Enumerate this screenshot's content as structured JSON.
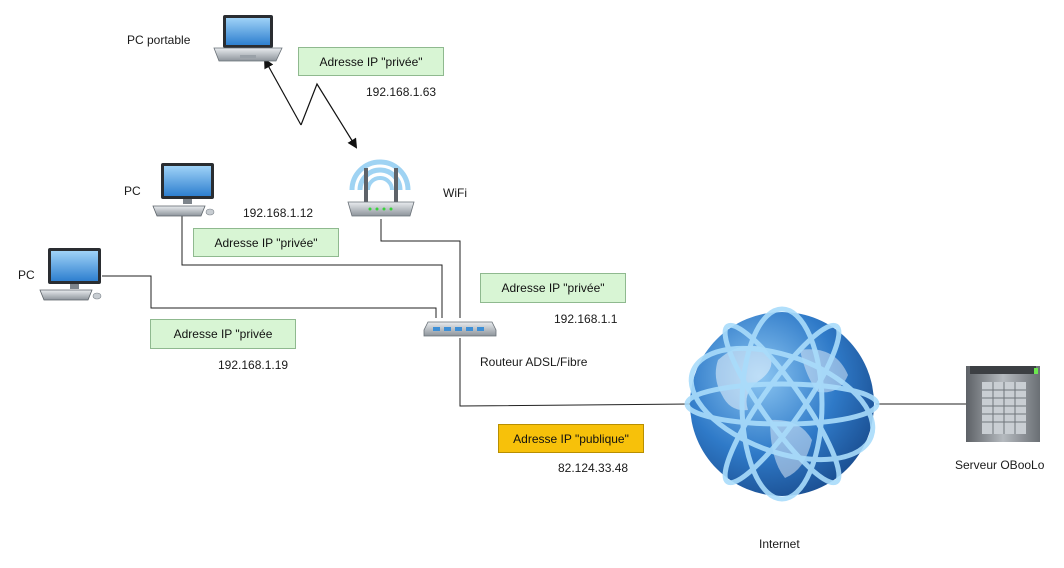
{
  "devices": {
    "laptop_label": "PC portable",
    "pc1_label": "PC",
    "pc2_label": "PC",
    "wifi_label": "WiFi",
    "router_label": "Routeur ADSL/Fibre",
    "internet_label": "Internet",
    "server_label": "Serveur OBooLo"
  },
  "addresses": {
    "laptop": {
      "type": "Adresse IP \"privée\"",
      "ip": "192.168.1.63"
    },
    "pc1": {
      "type": "Adresse IP \"privée\"",
      "ip": "192.168.1.12"
    },
    "pc2": {
      "type": "Adresse IP \"privée",
      "ip": "192.168.1.19"
    },
    "router": {
      "type": "Adresse IP \"privée\"",
      "ip": "192.168.1.1"
    },
    "public": {
      "type": "Adresse IP \"publique\"",
      "ip": "82.124.33.48"
    }
  },
  "colors": {
    "private_box": "#d8f5d4",
    "public_box": "#f7c10a",
    "line": "#222222",
    "device_blue": "#3d8fd6"
  }
}
